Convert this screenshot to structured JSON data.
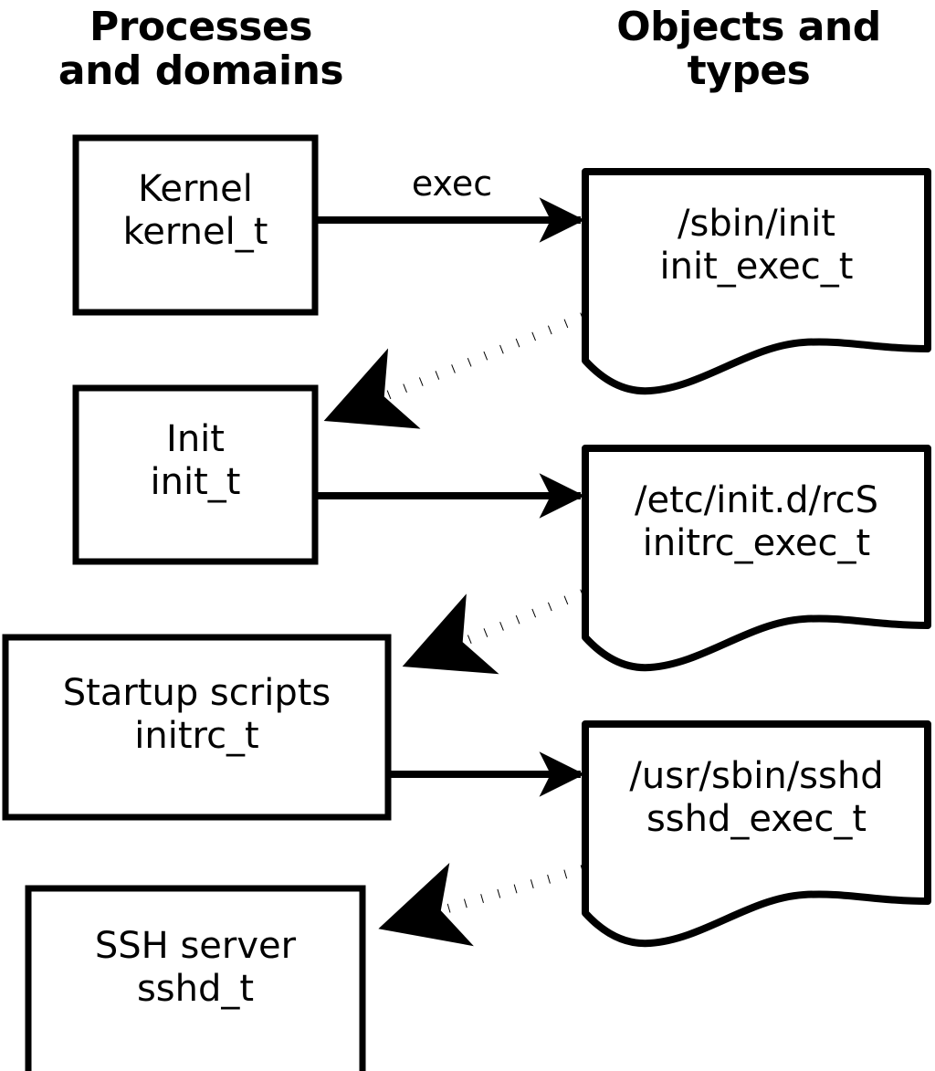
{
  "headers": {
    "left": "Processes\nand domains",
    "right": "Objects and\ntypes"
  },
  "colors": {
    "stroke": "#000000",
    "fill": "#ffffff",
    "background": "#ffffff"
  },
  "processes": [
    {
      "id": "kernel",
      "name": "Kernel",
      "type": "kernel_t",
      "label": "Kernel\nkernel_t"
    },
    {
      "id": "init",
      "name": "Init",
      "type": "init_t",
      "label": "Init\ninit_t"
    },
    {
      "id": "initrc",
      "name": "Startup scripts",
      "type": "initrc_t",
      "label": "Startup scripts\ninitrc_t"
    },
    {
      "id": "sshd",
      "name": "SSH server",
      "type": "sshd_t",
      "label": "SSH server\nsshd_t"
    }
  ],
  "objects": [
    {
      "id": "init-exec",
      "path": "/sbin/init",
      "type": "init_exec_t",
      "label": "/sbin/init\ninit_exec_t"
    },
    {
      "id": "initrc-exec",
      "path": "/etc/init.d/rcS",
      "type": "initrc_exec_t",
      "label": "/etc/init.d/rcS\ninitrc_exec_t"
    },
    {
      "id": "sshd-exec",
      "path": "/usr/sbin/sshd",
      "type": "sshd_exec_t",
      "label": "/usr/sbin/sshd\nsshd_exec_t"
    }
  ],
  "edges": [
    {
      "id": "kernel-exec-init",
      "from": "kernel",
      "to": "init-exec",
      "style": "solid",
      "label": "exec"
    },
    {
      "id": "initexec-transition-init",
      "from": "init-exec",
      "to": "init",
      "style": "dotted",
      "label": ""
    },
    {
      "id": "init-exec-initrc",
      "from": "init",
      "to": "initrc-exec",
      "style": "solid",
      "label": ""
    },
    {
      "id": "initrcexec-transition-initrc",
      "from": "initrc-exec",
      "to": "initrc",
      "style": "dotted",
      "label": ""
    },
    {
      "id": "initrc-exec-sshd",
      "from": "initrc",
      "to": "sshd-exec",
      "style": "solid",
      "label": ""
    },
    {
      "id": "sshdexec-transition-sshd",
      "from": "sshd-exec",
      "to": "sshd",
      "style": "dotted",
      "label": ""
    }
  ]
}
